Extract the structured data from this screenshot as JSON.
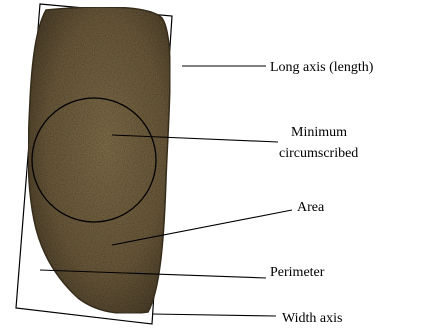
{
  "labels": {
    "long_axis": "Long axis (length)",
    "minimum_line1": "Minimum",
    "minimum_line2": "circumscribed",
    "area": "Area",
    "perimeter": "Perimeter",
    "width_axis": "Width axis"
  },
  "colors": {
    "seed_fill": "#6b5a3a",
    "seed_edge": "#3f3422",
    "outline": "#000000",
    "background": "#ffffff"
  }
}
